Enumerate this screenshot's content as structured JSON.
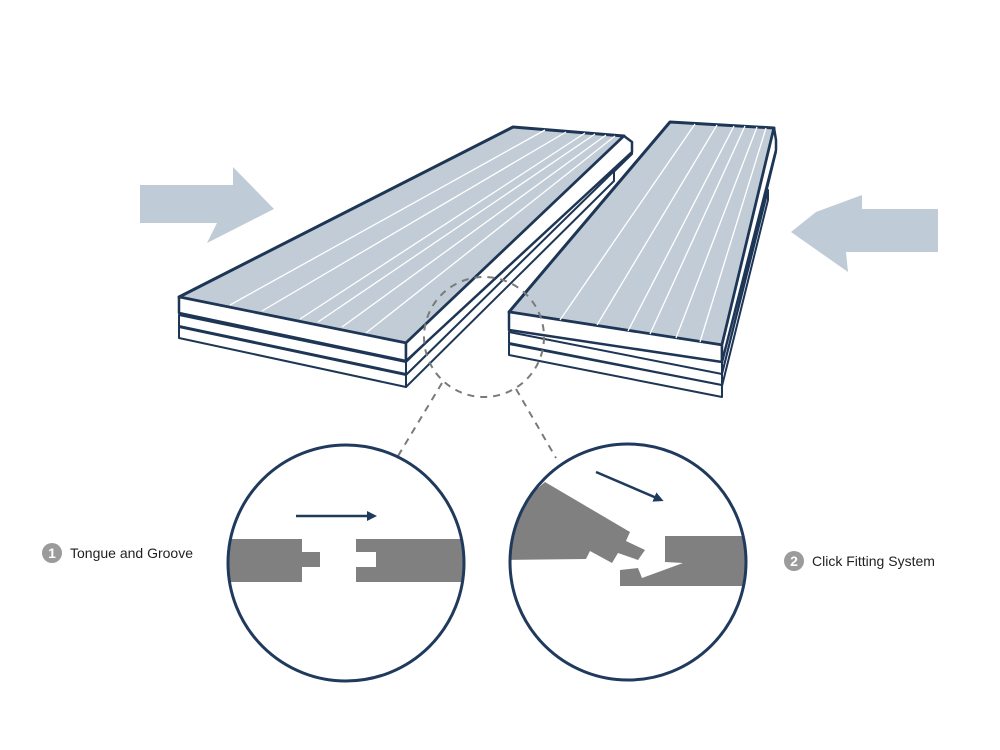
{
  "labels": {
    "step1": {
      "number": "1",
      "text": "Tongue and Groove"
    },
    "step2": {
      "number": "2",
      "text": "Click Fitting System"
    }
  },
  "colors": {
    "board_face": "#c2ccd7",
    "outline": "#1e3655",
    "arrow_fill": "#bfcbd6",
    "profile_fill": "#808080",
    "circle_stroke": "#1f3a5c",
    "motion_arrow": "#1f3a5c",
    "dashed": "#7a7a7a",
    "badge": "#9b9b9b"
  },
  "icons": {
    "left_push": "arrow-right-icon",
    "right_push": "arrow-left-icon",
    "step1_motion": "arrow-right-icon",
    "step2_motion": "arrow-down-right-icon"
  }
}
